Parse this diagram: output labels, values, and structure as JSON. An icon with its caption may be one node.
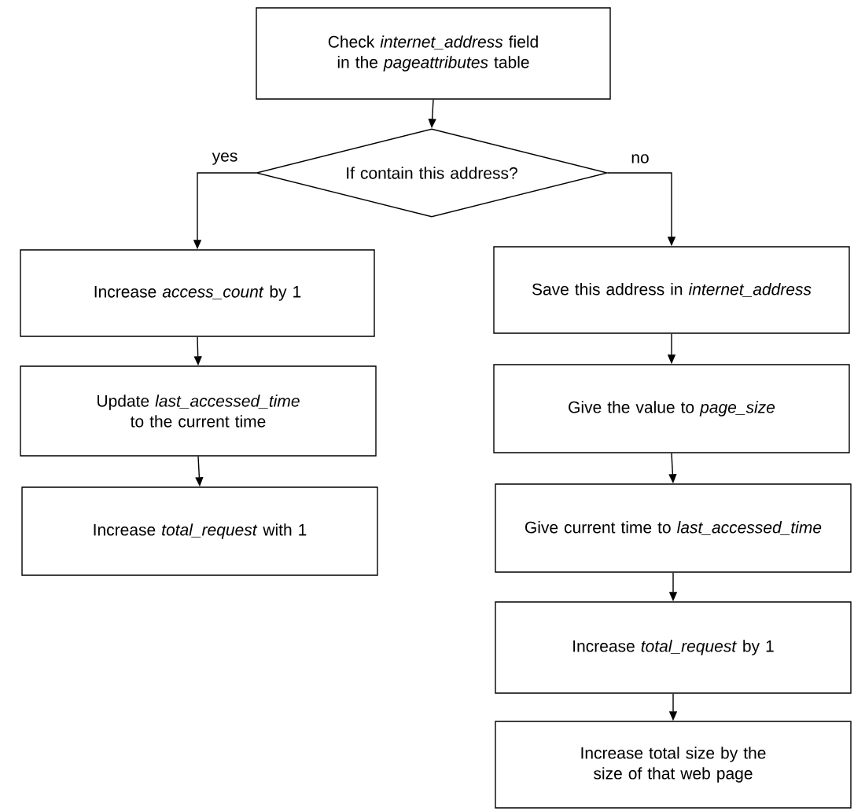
{
  "diagram": {
    "nodes": [
      {
        "text": [
          "Check *internet_address* field in the *pageattributes* table"
        ]
      },
      {
        "text": [
          "If contain this address?"
        ]
      },
      {
        "text": [
          "Increase *access_count* by 1"
        ]
      },
      {
        "text": [
          "Update *last_accessed_time* to the current time"
        ]
      },
      {
        "text": [
          "Increase *total_request* with 1"
        ]
      },
      {
        "text": [
          "Save this address in *internet_address*"
        ]
      },
      {
        "text": [
          "Give the value to *page_size*"
        ]
      },
      {
        "text": [
          "Give current time to *last_accessed_time*"
        ]
      },
      {
        "text": [
          "Increase *total_request* by 1"
        ]
      },
      {
        "text": [
          "Increase total size by the size of that web page"
        ]
      }
    ],
    "edges": [
      {
        "from": 0,
        "to": 1,
        "arrow": "to"
      },
      {
        "from": 1,
        "to": 2,
        "arrow": "to",
        "label": "yes"
      },
      {
        "from": 1,
        "to": 5,
        "arrow": "to",
        "label": "no"
      },
      {
        "from": 2,
        "to": 3,
        "arrow": "to"
      },
      {
        "from": 3,
        "to": 4,
        "arrow": "to"
      },
      {
        "from": 5,
        "to": 6,
        "arrow": "to"
      },
      {
        "from": 6,
        "to": 7,
        "arrow": "to"
      },
      {
        "from": 7,
        "to": 8,
        "arrow": "to"
      },
      {
        "from": 8,
        "to": 9,
        "arrow": "to"
      }
    ]
  }
}
